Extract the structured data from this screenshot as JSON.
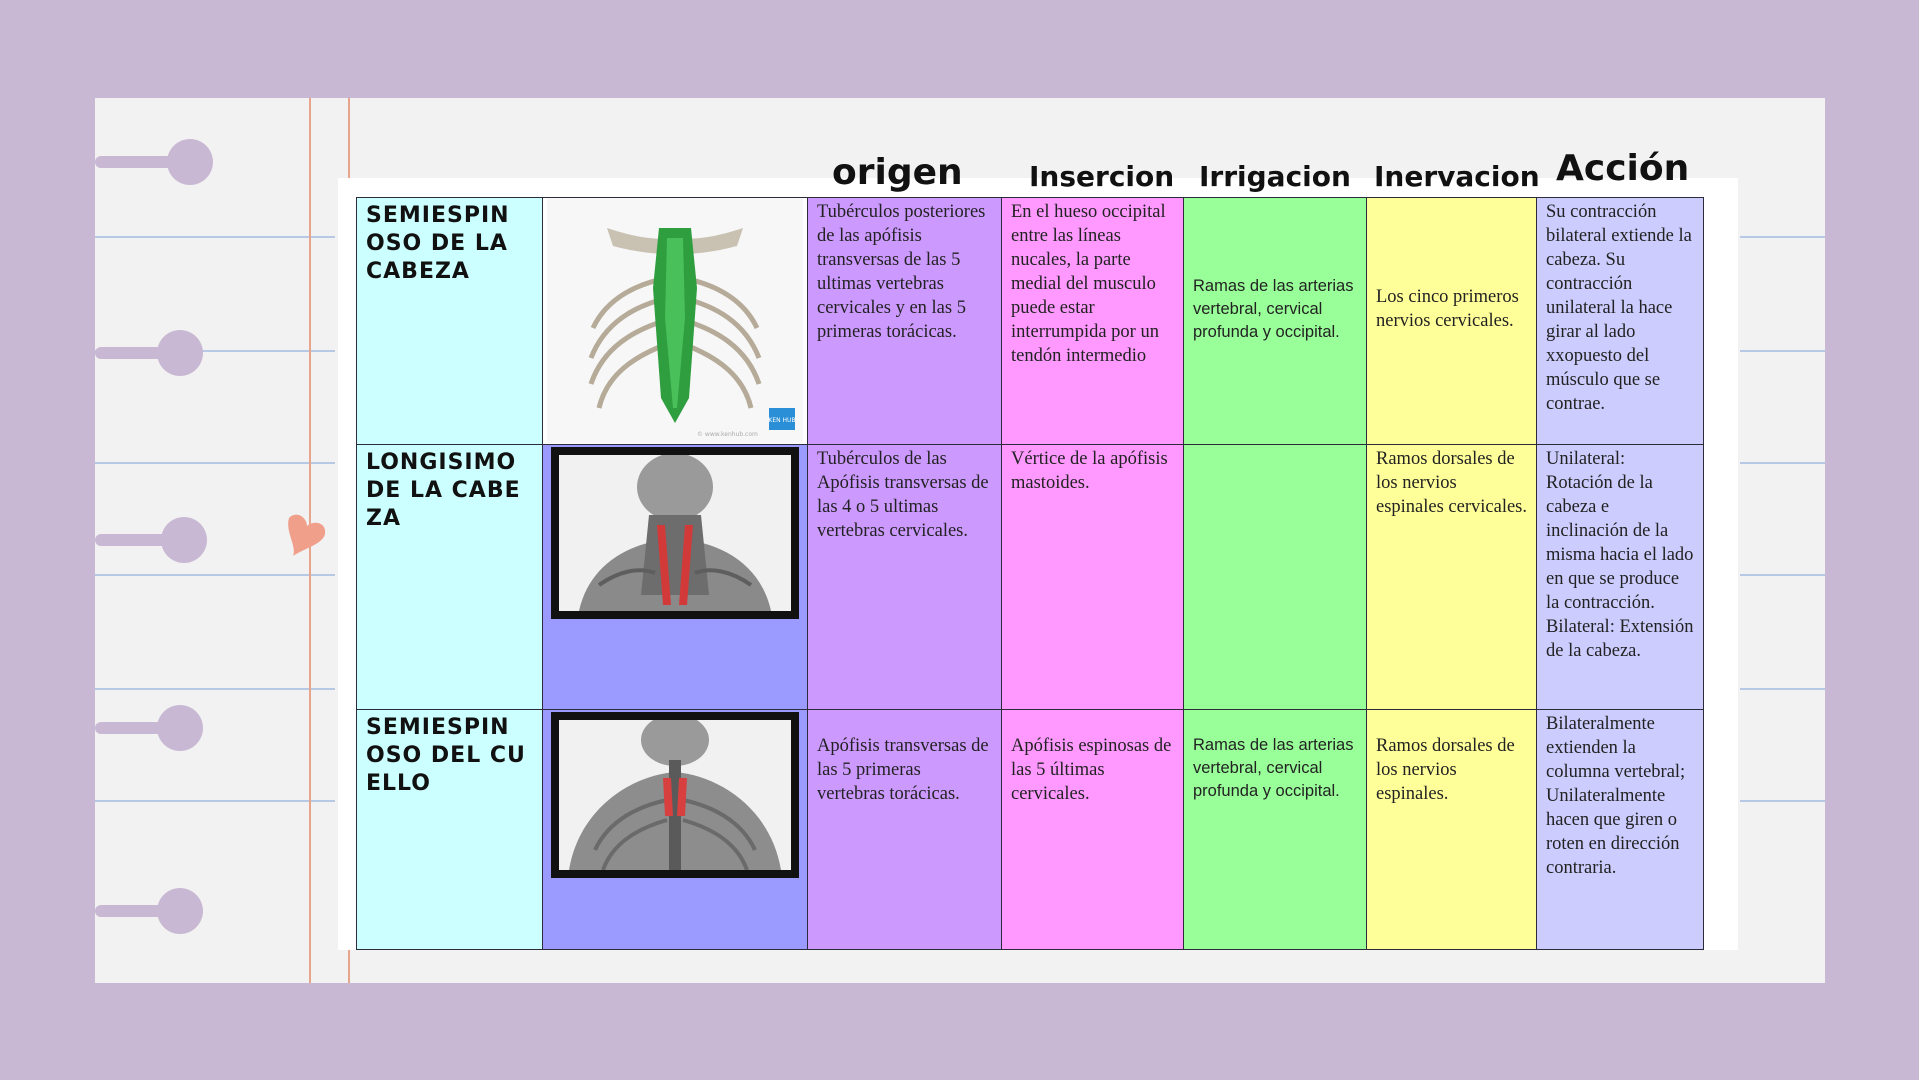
{
  "headers": {
    "origen": "origen",
    "insercion": "Insercion",
    "irrigacion": "Irrigacion",
    "inervacion": "Inervacion",
    "accion": "Acción"
  },
  "rows": [
    {
      "name": "SEMIESPIN OSO DE LA CABEZA",
      "image": "back-muscles-green-illustration",
      "image_badge": "KEN HUB",
      "image_credit": "© www.kenhub.com",
      "origen": "Tubérculos posteriores de las apófisis transversas de las 5 ultimas vertebras cervicales y en las 5 primeras torácicas.",
      "insercion": "En el hueso occipital entre las líneas nucales, la parte medial del musculo puede estar interrumpida por un tendón intermedio",
      "irrigacion": "Ramas de las arterias vertebral, cervical profunda y occipital.",
      "inervacion": "Los cinco primeros nervios cervicales.",
      "accion": "Su contracción bilateral extiende la cabeza. Su contracción unilateral la hace girar al lado xxopuesto del músculo que se contrae."
    },
    {
      "name": "LONGISIMO DE LA CABEZA",
      "image": "neck-muscles-red-illustration",
      "origen": "Tubérculos de las Apófisis transversas de las 4 o 5 ultimas vertebras cervicales.",
      "insercion": "Vértice de la apófisis mastoides.",
      "irrigacion": "",
      "inervacion": "Ramos dorsales de los nervios espinales cervicales.",
      "accion": "Unilateral: Rotación de la cabeza e inclinación de la misma hacia el lado en que se produce la contracción. Bilateral: Extensión de la cabeza."
    },
    {
      "name": "SEMIESPIN OSO DEL CUELLO",
      "image": "upper-back-muscles-red-illustration",
      "origen": "Apófisis transversas de las 5 primeras vertebras torácicas.",
      "insercion": "Apófisis espinosas de las 5 últimas cervicales.",
      "irrigacion": "Ramas de las arterias vertebral, cervical profunda y occipital.",
      "inervacion": "Ramos dorsales de los nervios espinales.",
      "accion": "Bilateralmente extienden la columna vertebral; Unilateralmente hacen que giren o roten en dirección contraria."
    }
  ],
  "colors": {
    "background": "#c9b8d3",
    "name_col": "#ccffff",
    "image_col": "#9b9bff",
    "origen_col": "#cc99ff",
    "insercion_col": "#ff99ff",
    "irrigacion_col": "#99ff99",
    "inervacion_col": "#ffff99",
    "accion_col": "#ccccff",
    "heart": "#f0a08a"
  }
}
